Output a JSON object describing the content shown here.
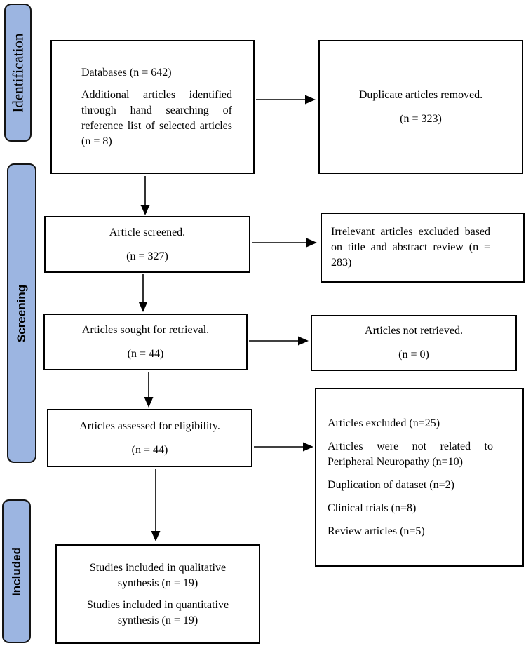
{
  "stages": {
    "identification": "Identification",
    "screening": "Screening",
    "included": "Included"
  },
  "boxes": {
    "sources": {
      "p1": "Databases (n = 642)",
      "p2": "Additional articles identified through hand searching of reference list of selected articles (n = 8)"
    },
    "duplicates_removed": {
      "p1": "Duplicate articles removed.",
      "p2": "(n = 323)"
    },
    "screened": {
      "p1": "Article screened.",
      "p2": "(n = 327)"
    },
    "irrelevant_excluded": {
      "p1": "Irrelevant articles excluded based on title and abstract review (n = 283)"
    },
    "sought_retrieval": {
      "p1": "Articles sought for retrieval.",
      "p2": "(n = 44)"
    },
    "not_retrieved": {
      "p1": "Articles not retrieved.",
      "p2": "(n = 0)"
    },
    "assessed_eligibility": {
      "p1": "Articles assessed for eligibility.",
      "p2": "(n = 44)"
    },
    "excluded_reasons": {
      "p1": "Articles excluded (n=25)",
      "p2": "Articles were not related to Peripheral Neuropathy (n=10)",
      "p3": "Duplication of dataset (n=2)",
      "p4": "Clinical trials (n=8)",
      "p5": "Review articles (n=5)"
    },
    "included_studies": {
      "p1": "Studies included in qualitative synthesis (n = 19)",
      "p2": "Studies included in quantitative synthesis (n = 19)"
    }
  },
  "colors": {
    "stage_fill": "#9CB5E1",
    "stage_border": "#141414",
    "box_border": "#000000",
    "arrow": "#000000",
    "background": "#FFFFFF"
  }
}
